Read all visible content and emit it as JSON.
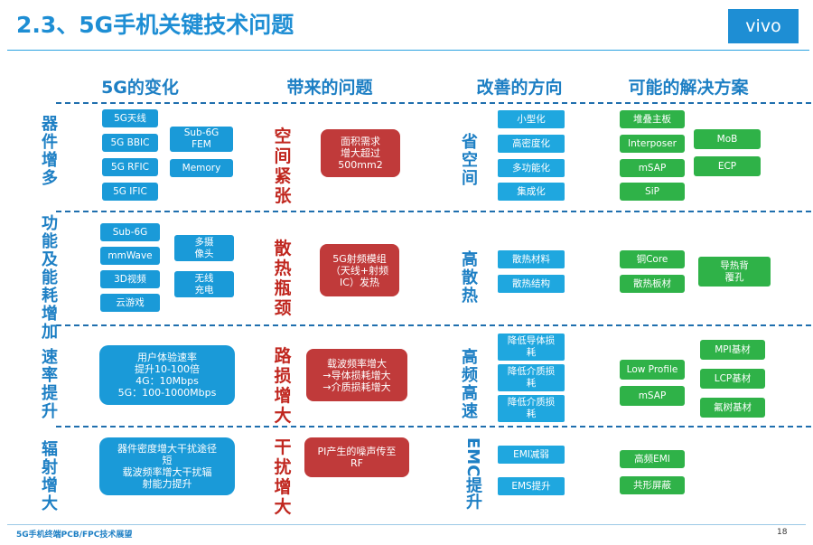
{
  "title": "2.3、5G手机关键技术问题",
  "brand": "vivo",
  "headers": [
    "5G的变化",
    "带来的问题",
    "改善的方向",
    "可能的解决方案"
  ],
  "rows": [
    {
      "label": "器件增多",
      "changes": [
        "5G天线",
        "5G BBIC",
        "5G RFIC",
        "5G IFIC"
      ],
      "changes_side": [
        "Sub-6G\nFEM",
        "Memory"
      ],
      "problem_label": "空间紧张",
      "problem": "面积需求\n增大超过\n500mm2",
      "direction_label": "省空间",
      "directions": [
        "小型化",
        "高密度化",
        "多功能化",
        "集成化"
      ],
      "solutions": [
        "堆叠主板",
        "Interposer",
        "mSAP",
        "SiP"
      ],
      "solutions_side": [
        "MoB",
        "ECP"
      ]
    },
    {
      "label": "功能及能耗增加",
      "changes": [
        "Sub-6G",
        "mmWave",
        "3D视频",
        "云游戏"
      ],
      "changes_side": [
        "多摄\n像头",
        "无线\n充电"
      ],
      "problem_label": "散热瓶颈",
      "problem": "5G射频模组\n（天线+射频\nIC）发热",
      "direction_label": "高散热",
      "directions": [
        "散热材料",
        "散热结构"
      ],
      "solutions": [
        "铜Core",
        "散热板材"
      ],
      "solutions_side": [
        "导热背\n覆孔"
      ]
    },
    {
      "label": "速率提升",
      "changes": [
        "用户体验速率\n提升10-100倍\n4G：10Mbps\n5G：100-1000Mbps"
      ],
      "problem_label": "路损增大",
      "problem": "载波频率增大\n→导体损耗增大\n→介质损耗增大",
      "direction_label": "高频高速",
      "directions": [
        "降低导体损\n耗",
        "降低介质损\n耗",
        "降低介质损\n耗"
      ],
      "solutions": [
        "Low Profile",
        "mSAP"
      ],
      "solutions_side": [
        "MPI基材",
        "LCP基材",
        "氟树基材"
      ]
    },
    {
      "label": "辐射增大",
      "changes": [
        "器件密度增大干扰途径\n短\n载波频率增大干扰辐\n射能力提升"
      ],
      "problem_label": "干扰增大",
      "problem": "PI产生的噪声传至\nRF",
      "direction_label": "EMC提升",
      "directions": [
        "EMI减弱",
        "EMS提升"
      ],
      "solutions": [
        "高频EMI",
        "共形屏蔽"
      ]
    }
  ],
  "footer": "5G手机终端PCB/FPC技术展望",
  "page_number": "18"
}
